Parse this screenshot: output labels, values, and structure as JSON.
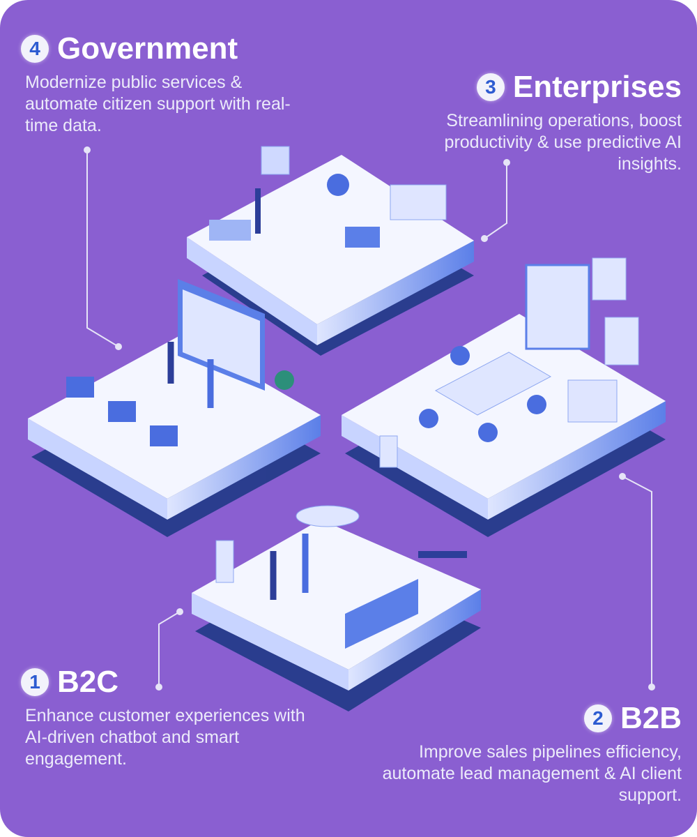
{
  "sections": [
    {
      "number": "4",
      "title": "Government",
      "description": "Modernize public services & automate citizen support with real-time data."
    },
    {
      "number": "3",
      "title": "Enterprises",
      "description": "Streamlining operations, boost productivity & use predictive AI insights."
    },
    {
      "number": "1",
      "title": "B2C",
      "description": "Enhance customer experiences with AI-driven chatbot and smart engagement."
    },
    {
      "number": "2",
      "title": "B2B",
      "description": "Improve sales pipelines efficiency, automate lead management & AI client support."
    }
  ],
  "colors": {
    "background": "#8a5fd1",
    "number": "#2d5bd1",
    "tile_top": "#f4f6ff",
    "tile_side": "#6a8ef0",
    "shadow": "#1f3a86"
  }
}
